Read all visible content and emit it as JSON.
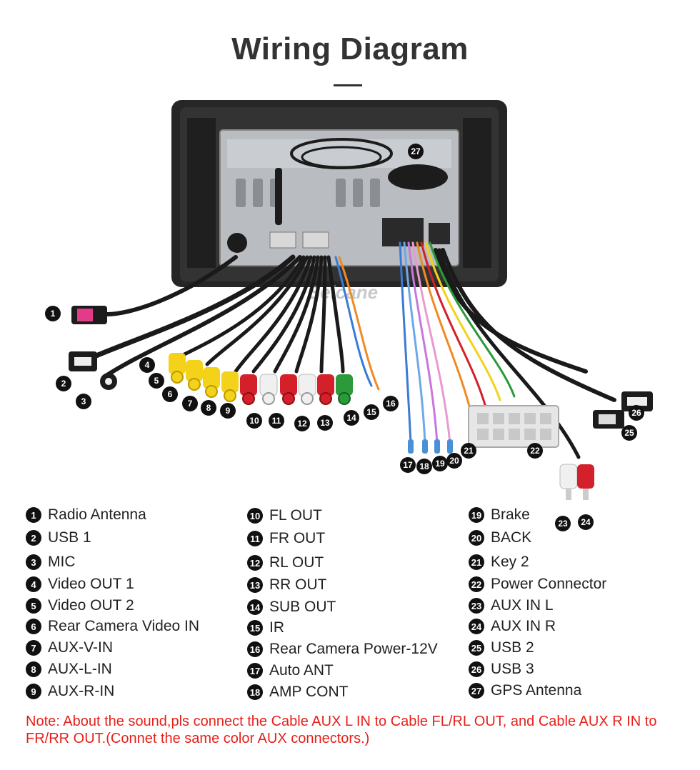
{
  "title": "Wiring Diagram",
  "watermark": "Seicane",
  "legend": [
    {
      "num": "1",
      "label": "Radio Antenna"
    },
    {
      "num": "2",
      "label": "USB 1"
    },
    {
      "num": "3",
      "label": "MIC"
    },
    {
      "num": "4",
      "label": "Video OUT 1"
    },
    {
      "num": "5",
      "label": "Video OUT 2"
    },
    {
      "num": "6",
      "label": "Rear Camera Video IN"
    },
    {
      "num": "7",
      "label": "AUX-V-IN"
    },
    {
      "num": "8",
      "label": "AUX-L-IN"
    },
    {
      "num": "9",
      "label": "AUX-R-IN"
    },
    {
      "num": "10",
      "label": "FL OUT"
    },
    {
      "num": "11",
      "label": "FR OUT"
    },
    {
      "num": "12",
      "label": "RL OUT"
    },
    {
      "num": "13",
      "label": "RR OUT"
    },
    {
      "num": "14",
      "label": "SUB OUT"
    },
    {
      "num": "15",
      "label": "IR"
    },
    {
      "num": "16",
      "label": "Rear Camera Power-12V"
    },
    {
      "num": "17",
      "label": "Auto ANT"
    },
    {
      "num": "18",
      "label": "AMP CONT"
    },
    {
      "num": "19",
      "label": "Brake"
    },
    {
      "num": "20",
      "label": "BACK"
    },
    {
      "num": "21",
      "label": "Key 2"
    },
    {
      "num": "22",
      "label": "Power Connector"
    },
    {
      "num": "23",
      "label": "AUX IN L"
    },
    {
      "num": "24",
      "label": "AUX IN R"
    },
    {
      "num": "25",
      "label": "USB 2"
    },
    {
      "num": "26",
      "label": "USB 3"
    },
    {
      "num": "27",
      "label": "GPS Antenna"
    }
  ],
  "note": "Note: About the sound,pls connect the Cable AUX L IN to Cable FL/RL OUT, and Cable AUX R IN to FR/RR OUT.(Connet the same color AUX connectors.)",
  "colors": {
    "note": "#e8201a",
    "rca_yellow": "#f4d21a",
    "rca_white": "#f0f0f0",
    "rca_red": "#d4202a",
    "rca_green": "#2a9a3a",
    "unit": "#2b2b2b",
    "chassis": "#b9bcc0"
  }
}
